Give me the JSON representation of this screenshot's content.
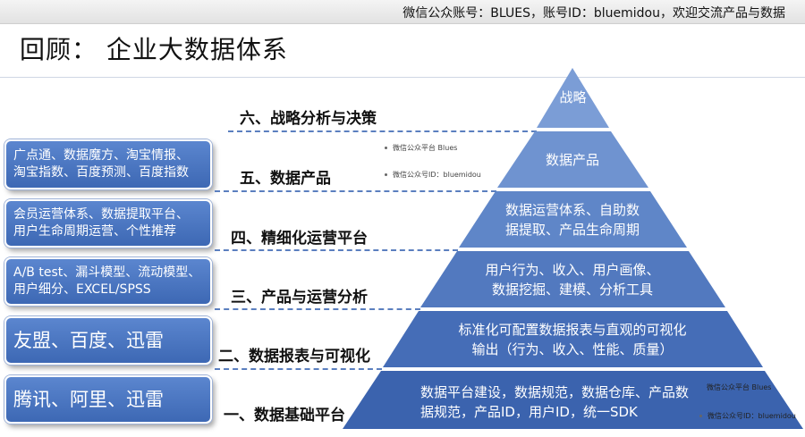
{
  "header_note": "微信公众账号：BLUES，账号ID：bluemidou，欢迎交流产品与数据",
  "title": "回顾： 企业大数据体系",
  "levels": [
    {
      "label": "六、战略分析与决策",
      "pyramid": [
        "战略"
      ]
    },
    {
      "label": "五、数据产品",
      "pyramid": [
        "数据产品"
      ]
    },
    {
      "label": "四、精细化运营平台",
      "pyramid": [
        "数据运营体系、自助数",
        "据提取、产品生命周期"
      ]
    },
    {
      "label": "三、产品与运营分析",
      "pyramid": [
        "用户行为、收入、用户画像、",
        "数据挖掘、建模、分析工具"
      ]
    },
    {
      "label": "二、数据报表与可视化",
      "pyramid": [
        "标准化可配置数据报表与直观的可视化",
        "输出（行为、收入、性能、质量）"
      ]
    },
    {
      "label": "一、数据基础平台",
      "pyramid": [
        "数据平台建设，数据规范，数据仓库、产品数",
        "据规范，产品ID，用户ID，统一SDK"
      ]
    }
  ],
  "side_boxes": [
    {
      "lines": [
        "广点通、数据魔方、淘宝情报、",
        "淘宝指数、百度预测、百度指数"
      ]
    },
    {
      "lines": [
        "会员运营体系、数据提取平台、",
        "用户生命周期运营、个性推荐"
      ]
    },
    {
      "lines": [
        "A/B test、漏斗模型、流动模型、",
        "用户细分、EXCEL/SPSS"
      ]
    },
    {
      "lines": [
        "友盟、百度、迅雷"
      ]
    },
    {
      "lines": [
        "腾讯、阿里、迅雷"
      ]
    }
  ],
  "watermarks": {
    "line1": "微信公众平台 Blues",
    "line2": "微信公众号ID：bluemidou",
    "line3": "微信公众平台 Blues",
    "line4": "微信公众号ID：bluemidou"
  },
  "colors": {
    "pyramid_top": "#7fa0d8",
    "pyramid_bottom": "#3a62ad",
    "box_blue": "#4a75c0"
  }
}
